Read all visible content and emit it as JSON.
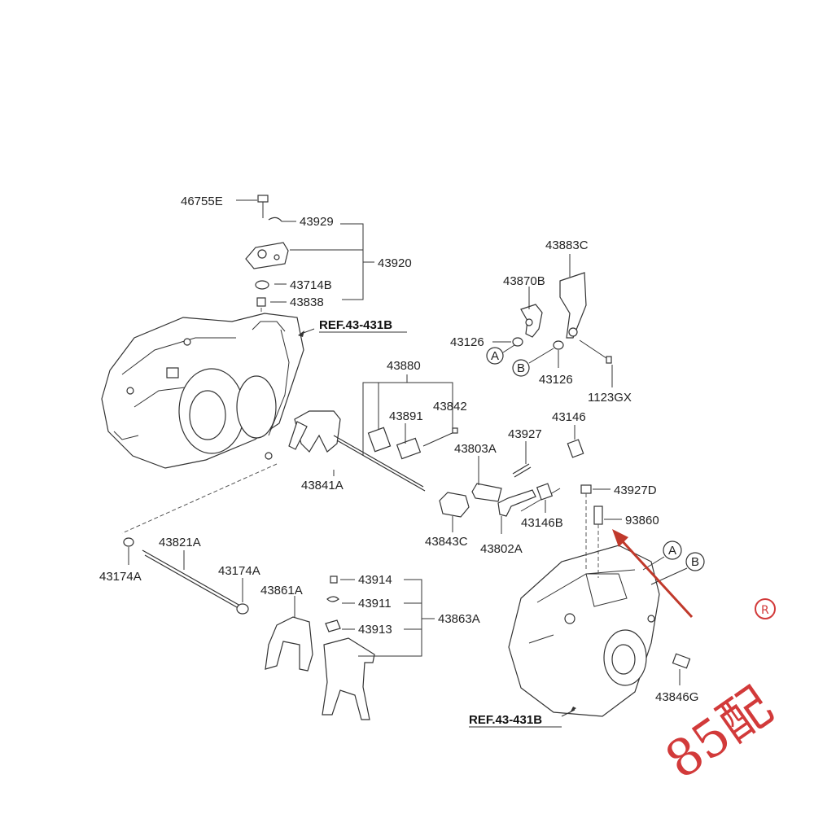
{
  "diagram": {
    "part_labels": {
      "p46755E": "46755E",
      "p43929": "43929",
      "p43920": "43920",
      "p43714B": "43714B",
      "p43838": "43838",
      "p43883C": "43883C",
      "p43870B": "43870B",
      "p43126a": "43126",
      "p43126b": "43126",
      "p1123GX": "1123GX",
      "p43880": "43880",
      "p43891": "43891",
      "p43842": "43842",
      "p43927": "43927",
      "p43146": "43146",
      "p43803A": "43803A",
      "p43841A": "43841A",
      "p43927D": "43927D",
      "p93860": "93860",
      "p43146B": "43146B",
      "p43843C": "43843C",
      "p43802A": "43802A",
      "p43821A": "43821A",
      "p43174Aa": "43174A",
      "p43174Ab": "43174A",
      "p43861A": "43861A",
      "p43914": "43914",
      "p43911": "43911",
      "p43913": "43913",
      "p43863A": "43863A",
      "p43846G": "43846G"
    },
    "ref_labels": {
      "ref_top": "REF.43-431B",
      "ref_bottom": "REF.43-431B"
    },
    "callouts": {
      "a_small": "A",
      "b_small": "B",
      "a_big": "A",
      "b_big": "B"
    },
    "watermark": {
      "text": "85配",
      "registered": "R",
      "color": "#d23a3a"
    },
    "arrow_color": "#c0392b"
  }
}
